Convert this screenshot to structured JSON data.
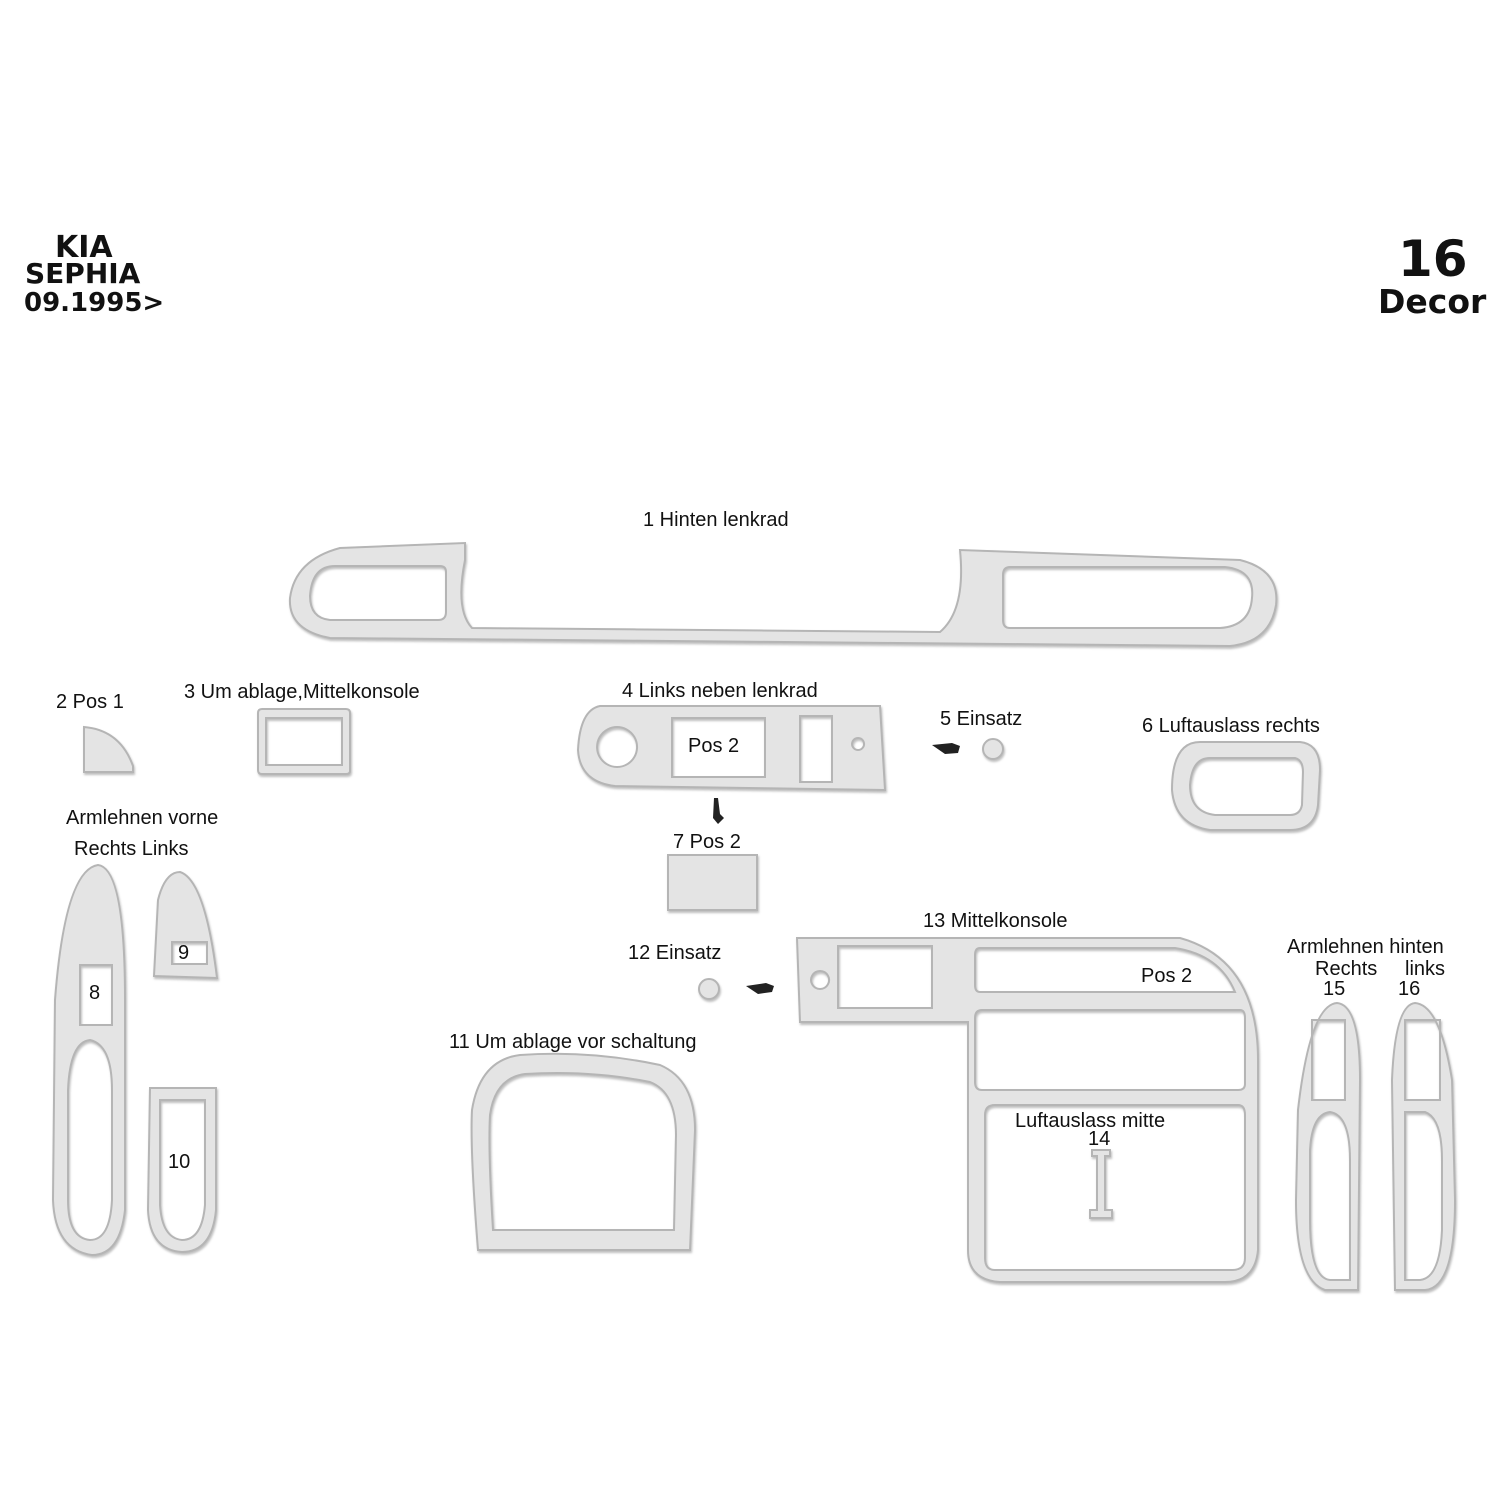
{
  "header": {
    "make": "KIA",
    "model": "SEPHIA",
    "date": "09.1995>",
    "piece_count": "16",
    "type": "Decor"
  },
  "parts": {
    "p1": "1  Hinten lenkrad",
    "p2": "2  Pos 1",
    "p3": "3  Um ablage,Mittelkonsole",
    "p4": "4  Links neben lenkrad",
    "p4_pos": "Pos 2",
    "p5": "5  Einsatz",
    "p6": "6  Luftauslass rechts",
    "p7": "7  Pos 2",
    "p8": "8",
    "p9": "9",
    "p10": "10",
    "p11": "11 Um ablage vor schaltung",
    "p12": "12  Einsatz",
    "p13": "13  Mittelkonsole",
    "p13_pos": "Pos 2",
    "p14_title": "Luftauslass mitte",
    "p14": "14",
    "p15": "15",
    "p16": "16"
  },
  "groups": {
    "front_armrest": "Armlehnen vorne",
    "front_right_left": "Rechts  Links",
    "rear_armrest": "Armlehnen hinten",
    "rear_right": "Rechts",
    "rear_left": "links"
  },
  "colors": {
    "part_fill": "#e4e4e4",
    "part_stroke": "#b5b5b5"
  }
}
